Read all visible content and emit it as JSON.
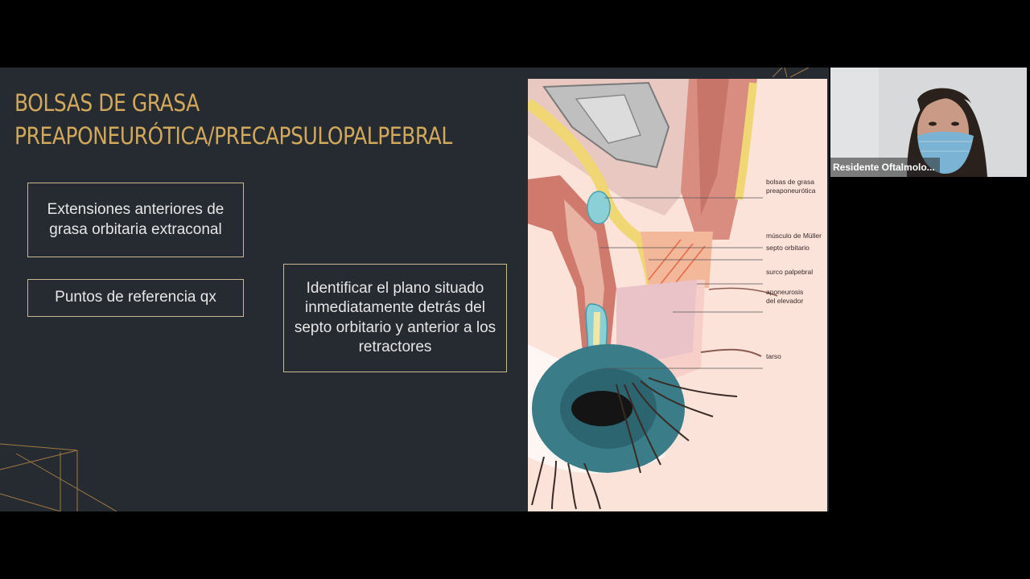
{
  "slide": {
    "title_line1": "BOLSAS DE GRASA",
    "title_line2": "PREAPONEURÓTICA/PRECAPSULOPALPEBRAL",
    "box1": "Extensiones anteriores de grasa orbitaria extraconal",
    "box2": "Puntos de referencia qx",
    "box3": "Identificar el plano situado inmediatamente detrás del septo orbitario y anterior a los retractores",
    "accent_color": "#d2a85a",
    "background_color": "#262a31"
  },
  "figure": {
    "labels": {
      "bolsas_line1": "bolsas de grasa",
      "bolsas_line2": "preaponeurótica",
      "muller": "músculo de Müller",
      "septo": "septo orbitario",
      "surco": "surco palpebral",
      "apon_line1": "aponeurosis",
      "apon_line2": "del elevador",
      "tarso": "tarso"
    }
  },
  "participant": {
    "name": "Residente Oftalmolo..."
  }
}
